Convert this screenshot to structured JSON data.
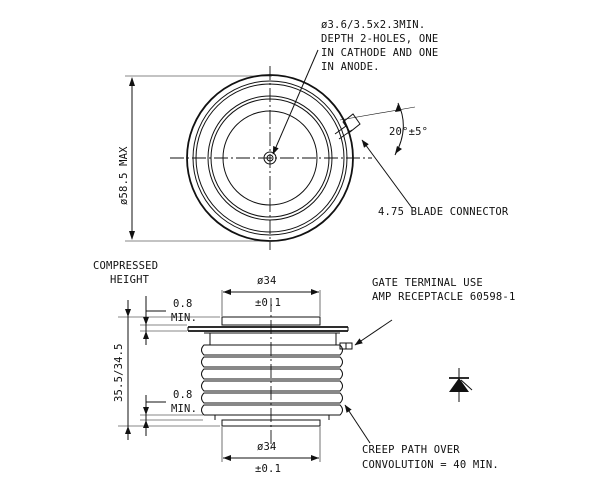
{
  "top_view": {
    "hole_note": [
      "ø3.6/3.5x2.3MIN.",
      "DEPTH 2-HOLES, ONE",
      "IN CATHODE AND ONE",
      "IN ANODE."
    ],
    "diameter_label": "ø58.5 MAX",
    "angle_label": "20°±5°",
    "blade_label": "4.75 BLADE CONNECTOR"
  },
  "side_view": {
    "compressed_height": [
      "COMPRESSED",
      "HEIGHT"
    ],
    "top_gap_value": "0.8",
    "top_gap_unit": "MIN.",
    "bottom_gap_value": "0.8",
    "bottom_gap_unit": "MIN.",
    "height_label": "35.5/34.5",
    "top_diameter": "ø34",
    "top_tolerance": "±0.1",
    "bottom_diameter": "ø34",
    "bottom_tolerance": "±0.1",
    "gate_note": [
      "GATE TERMINAL USE",
      "AMP RECEPTACLE 60598-1"
    ],
    "creep_note": [
      "CREEP PATH OVER",
      "CONVOLUTION = 40 MIN."
    ]
  },
  "symbol": {
    "icon": "thyristor-symbol-icon"
  }
}
